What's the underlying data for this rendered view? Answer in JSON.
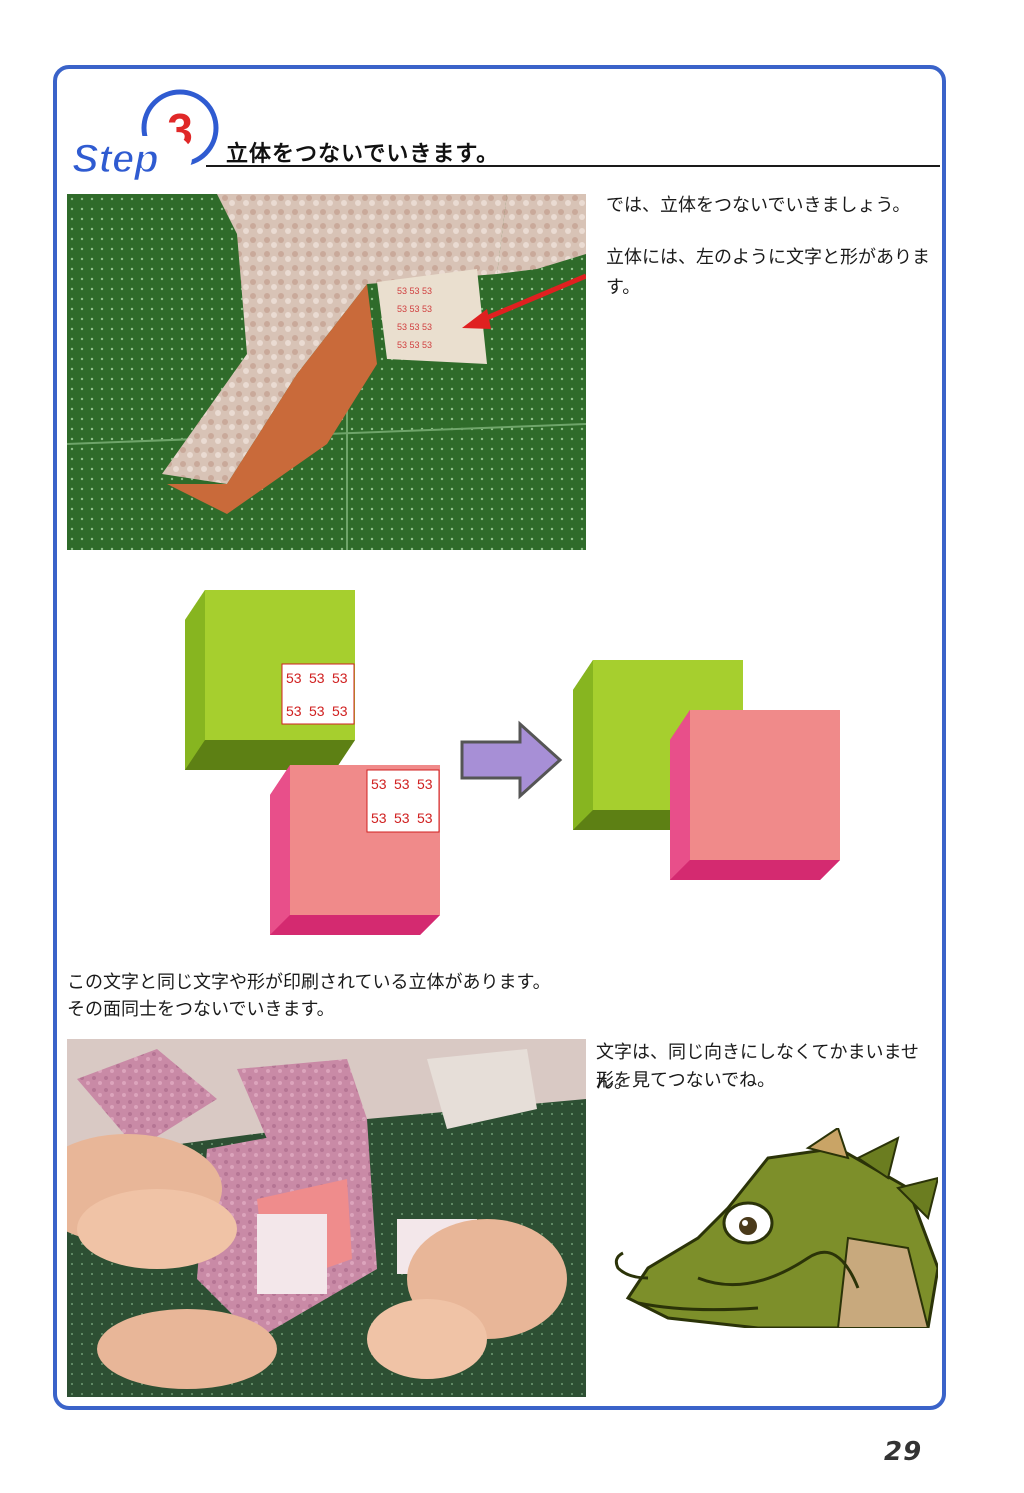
{
  "step": {
    "word": "Step",
    "number": "3",
    "title": "立体をつないでいきます。"
  },
  "paragraphs": {
    "intro": "では、立体をつないでいきましょう。",
    "marks": "立体には、左のように文字と形があります。",
    "match_line1": "この文字と同じ文字や形が印刷されている立体があります。",
    "match_line2": "その面同士をつないでいきます。",
    "tip_line1": "文字は、同じ向きにしなくてかまいません。",
    "tip_line2": "形を見てつないでね。"
  },
  "diagram": {
    "label_cells": [
      "53",
      "53",
      "53",
      "53",
      "53",
      "53"
    ],
    "colors": {
      "green_front": "#a6cf2e",
      "green_top": "#c2e04a",
      "green_side": "#6e9418",
      "pink_front": "#f08a8a",
      "pink_top": "#f8b0b0",
      "pink_side": "#e0307a",
      "arrow": "#a78fd6",
      "label_text": "#d02020"
    }
  },
  "page_number": "29",
  "colors": {
    "frame": "#3a63c9",
    "badge": "#2f5bd1",
    "step_number": "#e02828"
  }
}
